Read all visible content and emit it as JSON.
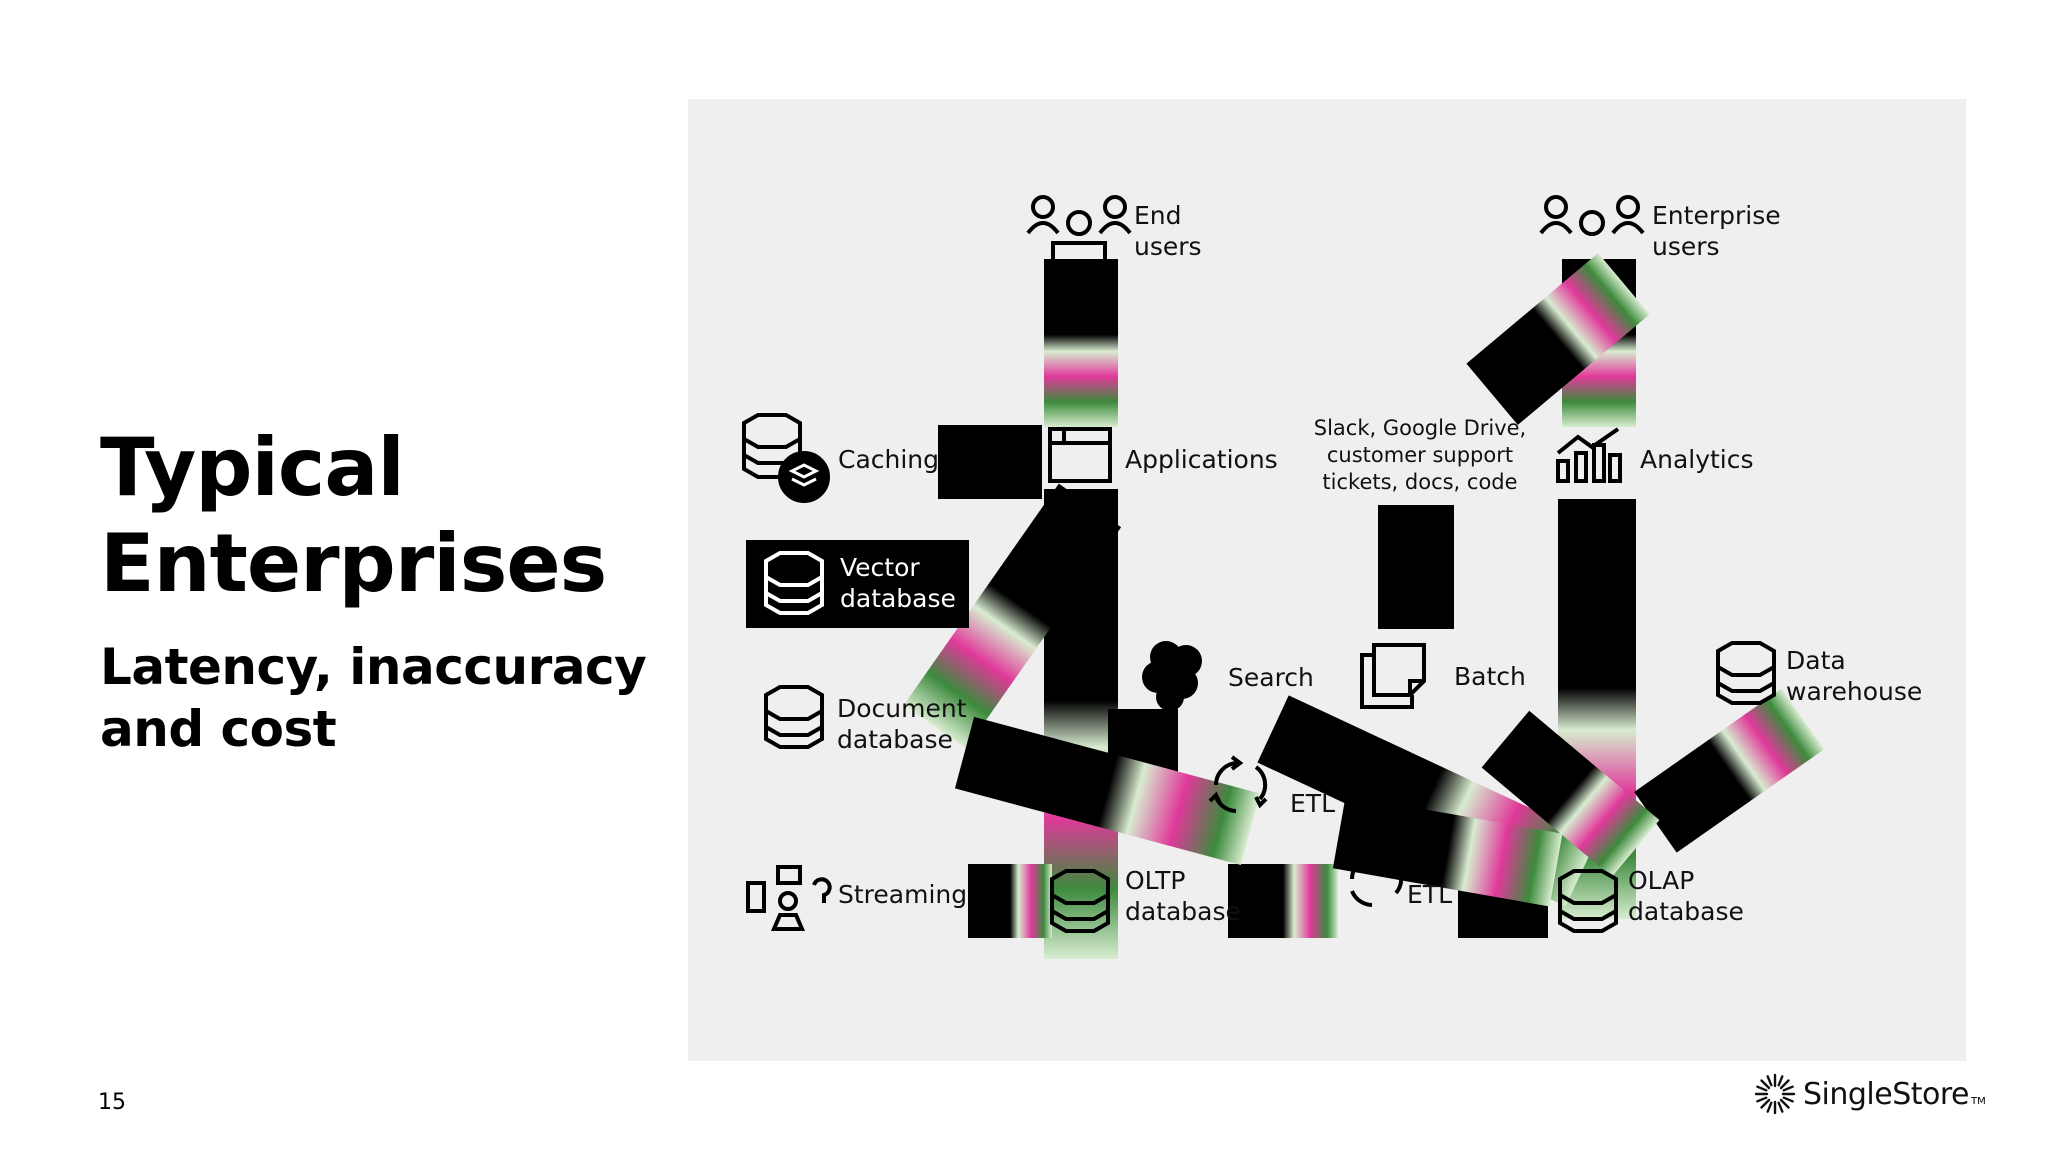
{
  "slide": {
    "title": "Typical\nEnterprises",
    "subtitle": "Latency, inaccuracy\nand cost",
    "page_number": "15"
  },
  "diagram": {
    "nodes": {
      "end_users": "End\nusers",
      "enterprise_users": "Enterprise\nusers",
      "caching": "Caching",
      "applications": "Applications",
      "unstructured_sources": "Slack, Google Drive,\ncustomer support\ntickets, docs, code",
      "analytics": "Analytics",
      "vector_database": "Vector\ndatabase",
      "search": "Search",
      "batch": "Batch",
      "data_warehouse": "Data\nwarehouse",
      "document_database": "Document\ndatabase",
      "etl_1": "ETL",
      "streaming": "Streaming",
      "oltp_database": "OLTP\ndatabase",
      "etl_2": "ETL",
      "olap_database": "OLAP\ndatabase"
    }
  },
  "brand": {
    "name": "SingleStore",
    "tm": "TM"
  },
  "colors": {
    "panel": "#efefef",
    "ink": "#000000",
    "pipe_pink": "#e0399a",
    "pipe_green": "#3d8a3d",
    "pipe_blue": "#2a3fd0"
  }
}
